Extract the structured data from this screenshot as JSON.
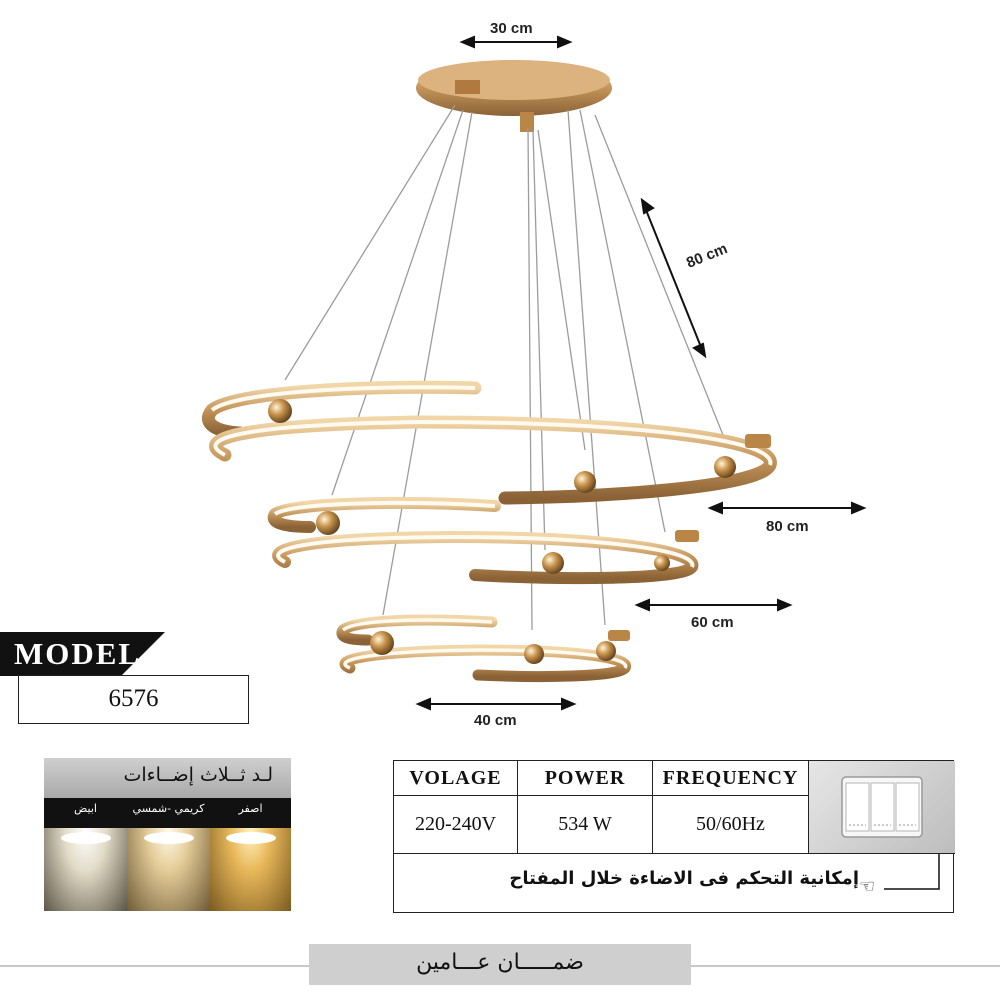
{
  "dimensions": {
    "canopy_width": "30 cm",
    "cable_length": "80 cm",
    "ring_large": "80 cm",
    "ring_medium": "60 cm",
    "ring_small": "40 cm"
  },
  "model": {
    "title": "MODEL",
    "number": "6576"
  },
  "light_modes": {
    "title": "لـد ثــلاث إضــاءات",
    "options": [
      "ابيض",
      "كريمي -شمسي",
      "اصفر"
    ]
  },
  "spec_table": {
    "headers": [
      "VOLAGE",
      "POWER",
      "FREQUENCY"
    ],
    "values": [
      "220-240V",
      "534 W",
      "50/60Hz"
    ],
    "note": "إمكانية التحكم فى الاضاءة خلال المفتاح"
  },
  "warranty": "ضمـــــان عـــامين",
  "colors": {
    "gold": "#c9a063",
    "ring_light": "#fffaf0",
    "badge_bg": "#111111"
  },
  "icons": [
    "pointing-hand-icon",
    "light-switch-icon"
  ]
}
